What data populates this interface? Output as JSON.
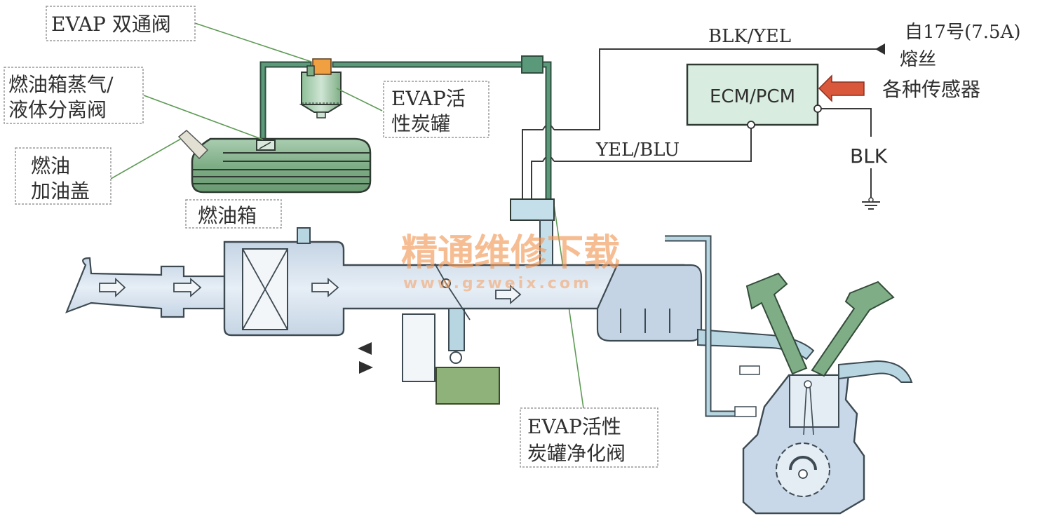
{
  "diagram": {
    "title": "EVAP system schematic",
    "callouts": {
      "two_way_valve": "EVAP 双通阀",
      "vapor_separator_line1": "燃油箱蒸气/",
      "vapor_separator_line2": "液体分离阀",
      "fuel_cap_line1": "燃油",
      "fuel_cap_line2": "加油盖",
      "fuel_tank": "燃油箱",
      "canister_line1": "EVAP活",
      "canister_line2": "性炭罐",
      "purge_valve_line1": "EVAP活性",
      "purge_valve_line2": "炭罐净化阀"
    },
    "wiring": {
      "blk_yel": "BLK/YEL",
      "yel_blu": "YEL/BLU",
      "blk": "BLK",
      "ecm": "ECM/PCM",
      "fuse_line1": "自17号(7.5A)",
      "fuse_line2": "熔丝",
      "sensors": "各种传感器"
    },
    "watermark": {
      "text": "精通维修下载",
      "url": "www.gzweix.com"
    },
    "colors": {
      "hose": "#2f4f3f",
      "tank_green": "#7fae86",
      "intake_blue": "#d3e3ec",
      "ecm_fill": "#d8ecdf",
      "sensor_arrow": "#d9573b",
      "valve_orange": "#f0a040",
      "leader_green": "#5e9a55"
    }
  }
}
